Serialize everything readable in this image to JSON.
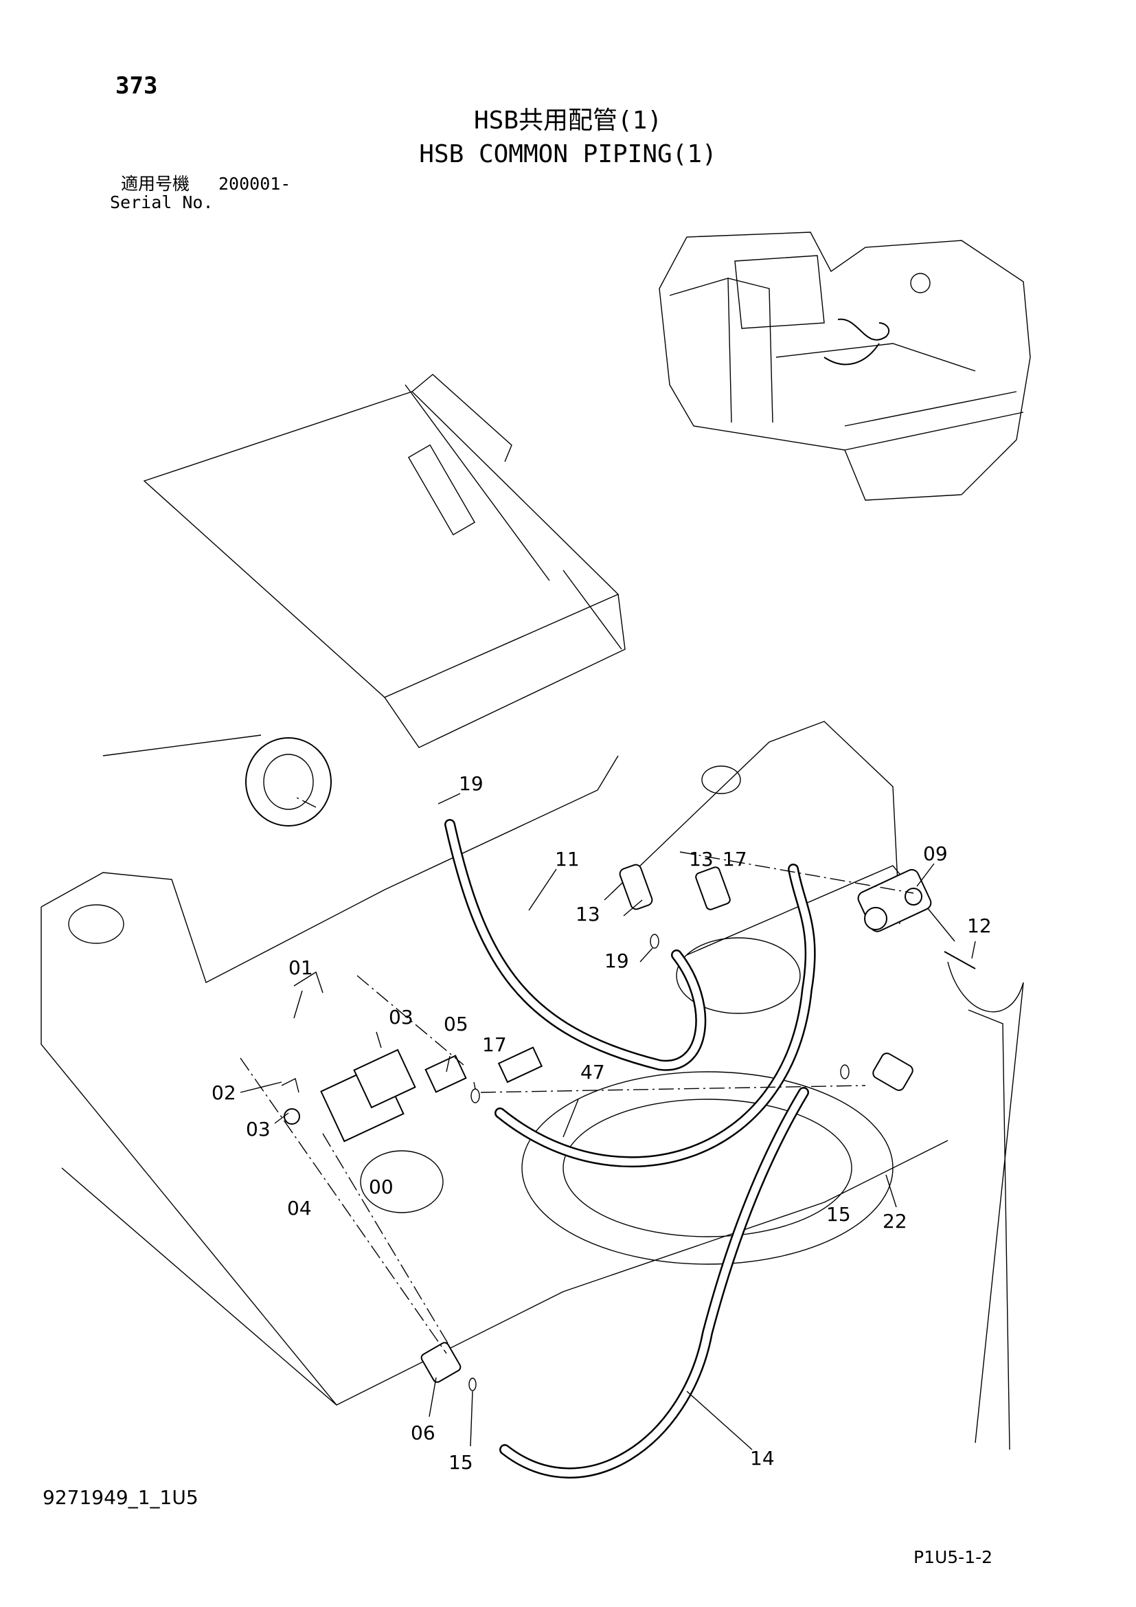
{
  "page": {
    "number": "373"
  },
  "title": {
    "japanese": "HSB共用配管(1)",
    "english": "HSB COMMON PIPING(1)"
  },
  "serial": {
    "label_ja": "適用号機",
    "value": "200001-",
    "label_en": "Serial No."
  },
  "footer": {
    "drawing_number": "9271949_1_1U5",
    "sheet_code": "P1U5-1-2"
  },
  "callouts": [
    "19",
    "11",
    "13",
    "17",
    "09",
    "13",
    "19",
    "12",
    "01",
    "03",
    "05",
    "17",
    "47",
    "02",
    "03",
    "04",
    "00",
    "15",
    "22",
    "06",
    "15",
    "14"
  ]
}
